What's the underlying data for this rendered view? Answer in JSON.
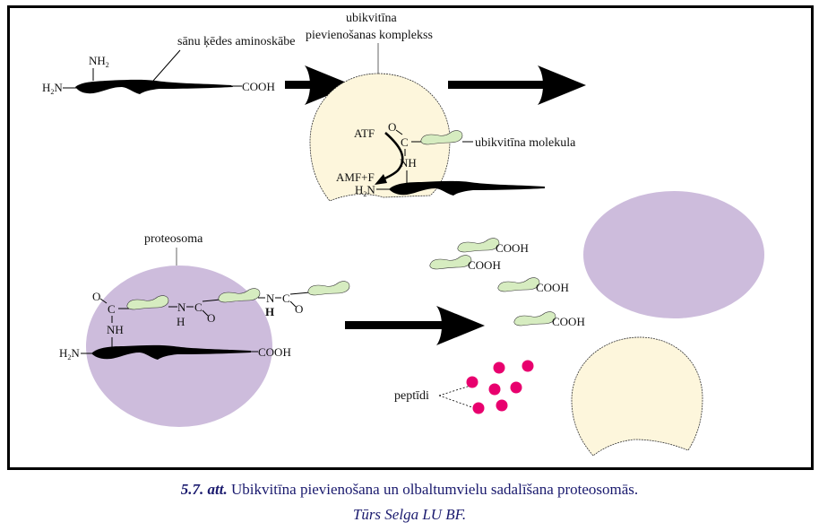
{
  "diagram": {
    "title": "Ubikvitīna pievienošana un olbaltumvielu sadalīšana proteosomās",
    "colors": {
      "complex_fill": "#fdf6dc",
      "proteasome_fill": "#cdbcdc",
      "ubiquitin_fill": "#d6ecc0",
      "peptide_fill": "#e8006e",
      "protein": "#000000",
      "caption_text": "#1a1a6e"
    },
    "stage1": {
      "label_side_chain": "sānu ķēdes aminoskābe",
      "nh2": "NH",
      "nh2_sub": "2",
      "h2n": "H",
      "h2n_sub": "2",
      "h2n_n": "N",
      "cooh": "COOH"
    },
    "stage2": {
      "label_complex_line1": "ubikvitīna",
      "label_complex_line2": "pievienošanas komplekss",
      "atp": "ATF",
      "amp": "AMF+F",
      "o": "O",
      "c": "C",
      "nh": "NH",
      "h2n": "H",
      "h2n_sub": "2",
      "h2n_n": "N",
      "label_ubiquitin": "ubikvitīna molekula"
    },
    "stage3": {
      "label_proteasome": "proteosoma",
      "o": "O",
      "c": "C",
      "n": "N",
      "h": "H",
      "nh": "NH",
      "h2n": "H",
      "h2n_sub": "2",
      "h2n_n": "N",
      "cooh": "COOH"
    },
    "stage4": {
      "free_ubiquitin_cooh": [
        "COOH",
        "COOH",
        "COOH",
        "COOH"
      ],
      "label_peptides": "peptīdi",
      "peptide_count": 7
    }
  },
  "caption": {
    "figure_number": "5.7. att.",
    "text": " Ubikvitīna pievienošana un olbaltumvielu sadalīšana proteosomās.",
    "credit": "Tūrs Selga LU BF."
  }
}
